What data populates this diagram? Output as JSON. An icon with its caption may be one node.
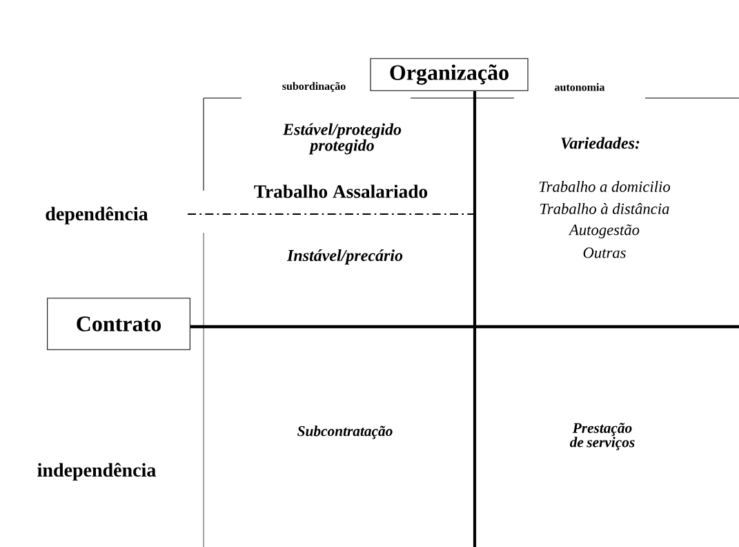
{
  "diagram": {
    "nodes": [
      {
        "text": [
          "Organização"
        ]
      },
      {
        "text": [
          "Contrato"
        ]
      }
    ],
    "labels": [
      "subordinação",
      "autonomia",
      "Estável/protegido protegido",
      "Variedades:",
      "Trabalho Assalariado",
      "Trabalho a domicilio",
      "Trabalho à distância",
      "dependência",
      "Autogestão",
      "Outras",
      "Instável/precário",
      "Subcontratação",
      "Prestação de serviços",
      "independência"
    ]
  }
}
